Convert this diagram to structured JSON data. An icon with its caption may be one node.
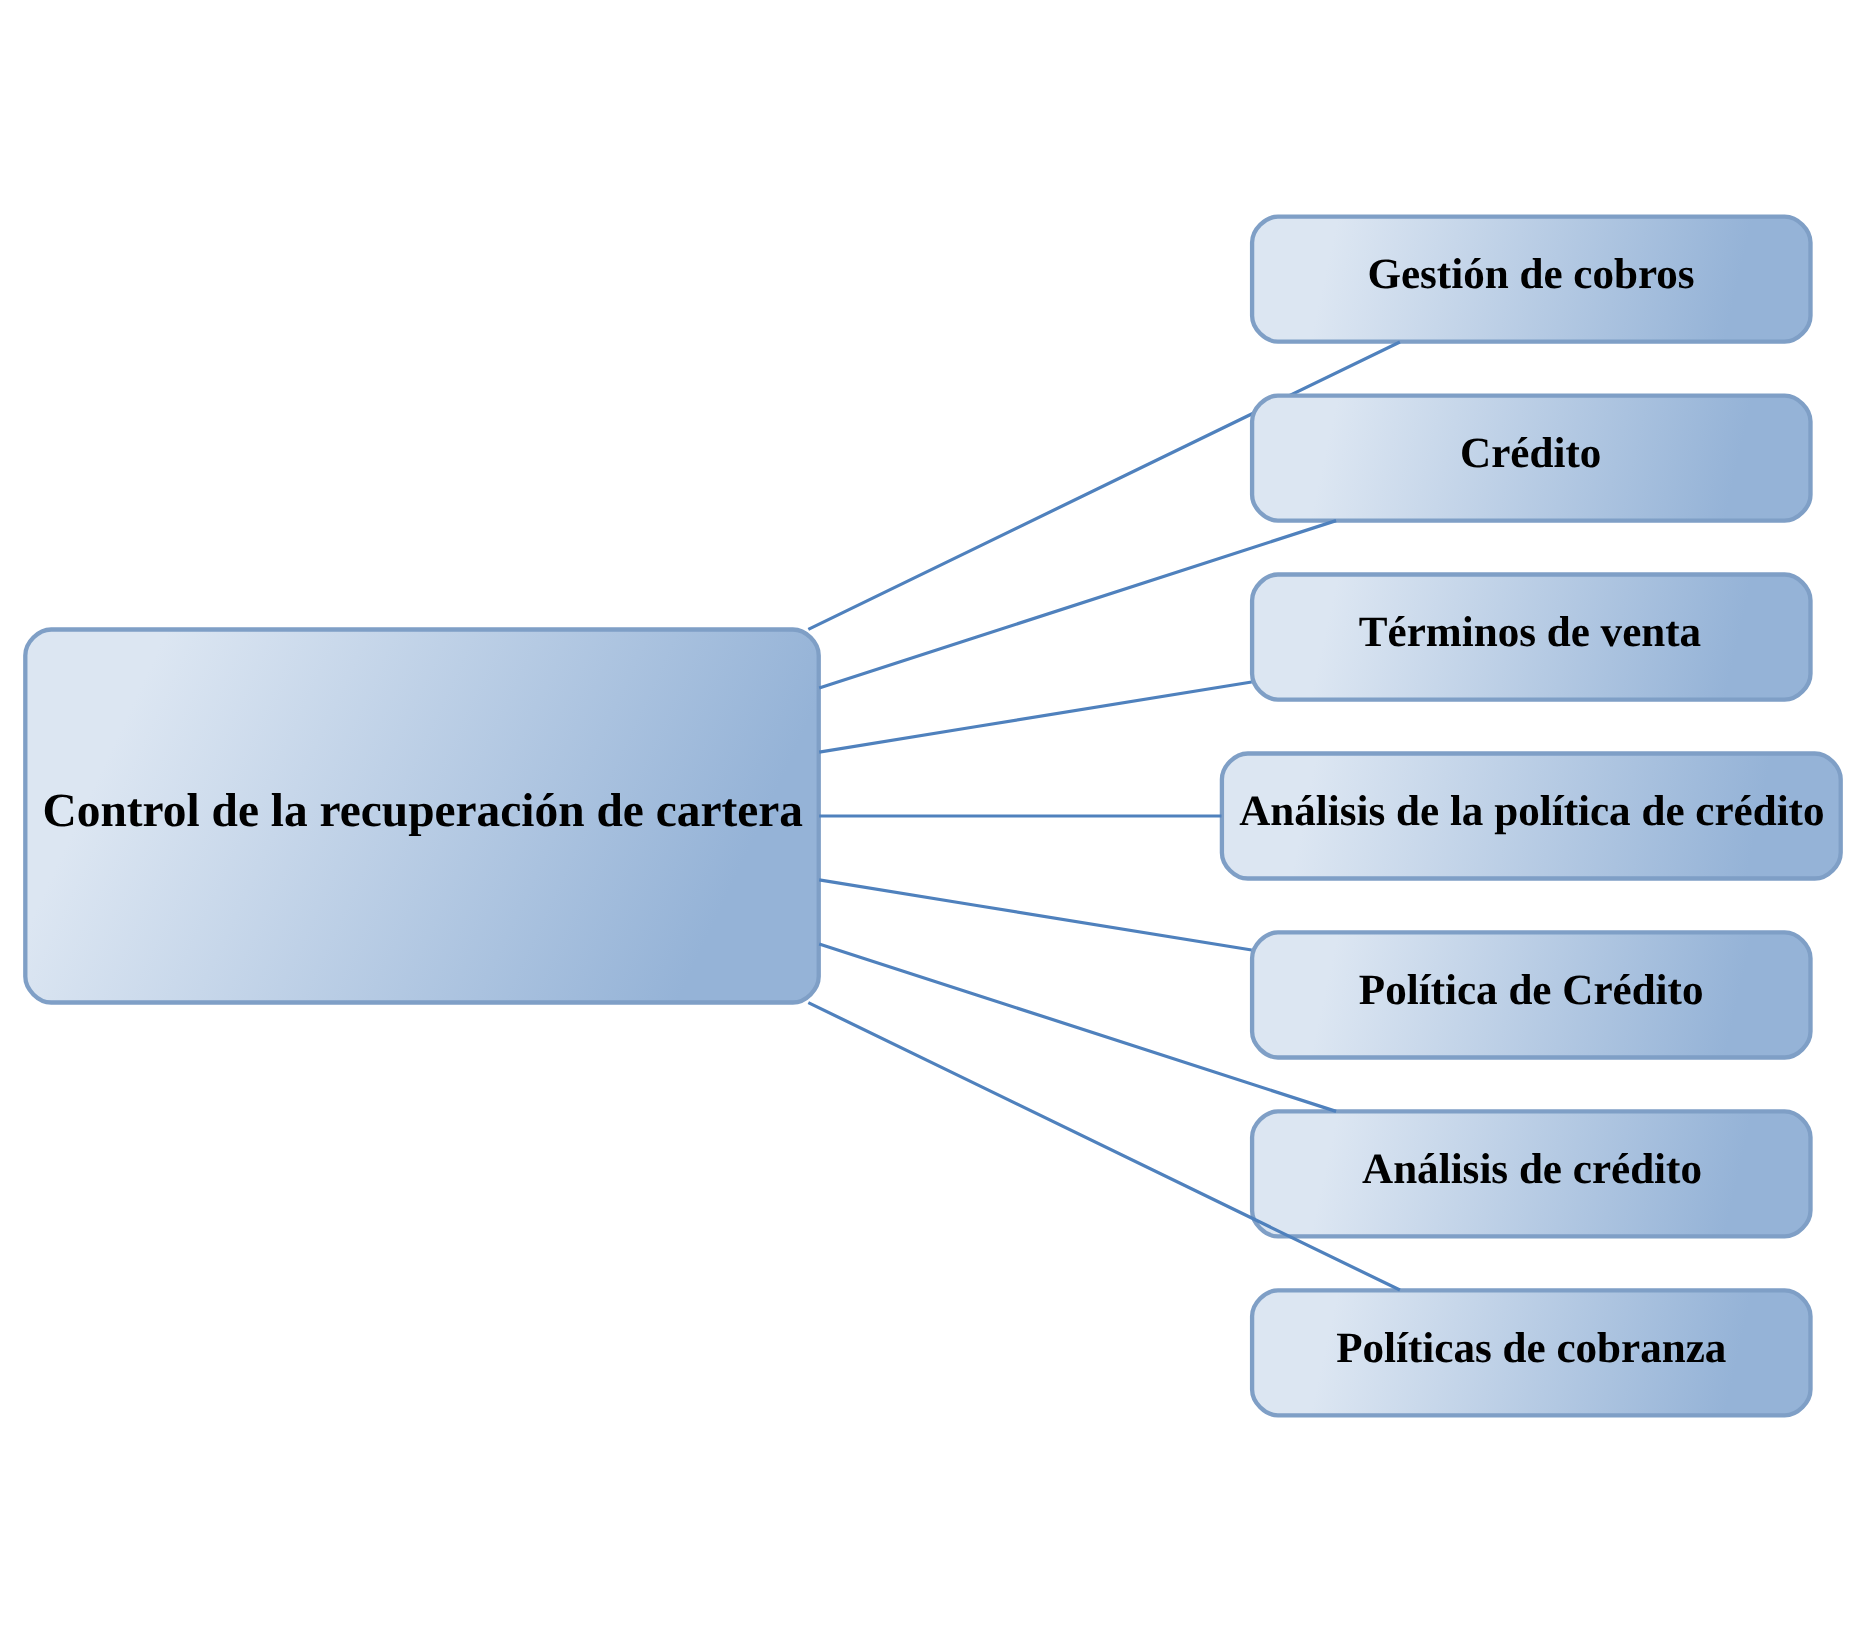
{
  "diagram": {
    "nodes": [
      {
        "text": [
          "Control de la recuperación de cartera"
        ]
      },
      {
        "text": [
          "Gestión de cobros"
        ]
      },
      {
        "text": [
          "Crédito"
        ]
      },
      {
        "text": [
          "Términos de venta"
        ]
      },
      {
        "text": [
          "Análisis de la política de crédito"
        ]
      },
      {
        "text": [
          "Política de Crédito"
        ]
      },
      {
        "text": [
          "Análisis de crédito"
        ]
      },
      {
        "text": [
          "Políticas de cobranza"
        ]
      }
    ],
    "edges": [
      {
        "from": 0,
        "to": 1,
        "arrow": "none"
      },
      {
        "from": 0,
        "to": 2,
        "arrow": "none"
      },
      {
        "from": 0,
        "to": 3,
        "arrow": "none"
      },
      {
        "from": 0,
        "to": 4,
        "arrow": "none"
      },
      {
        "from": 0,
        "to": 5,
        "arrow": "none"
      },
      {
        "from": 0,
        "to": 6,
        "arrow": "none"
      },
      {
        "from": 0,
        "to": 7,
        "arrow": "none"
      }
    ]
  }
}
